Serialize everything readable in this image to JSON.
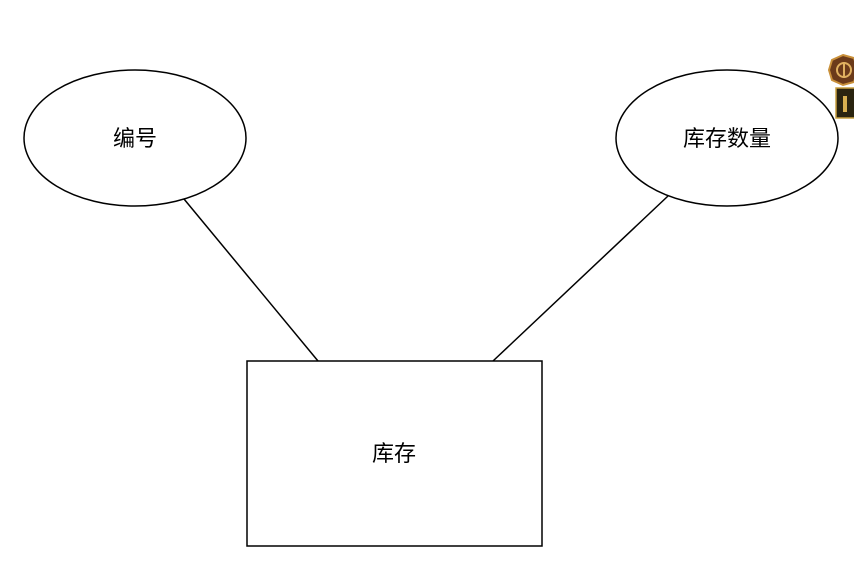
{
  "diagram": {
    "type": "er-diagram",
    "entity": {
      "label": "库存"
    },
    "attributes": [
      {
        "label": "编号"
      },
      {
        "label": "库存数量"
      }
    ],
    "stroke_color": "#000000",
    "badge_icon": "game-badge-icon"
  }
}
